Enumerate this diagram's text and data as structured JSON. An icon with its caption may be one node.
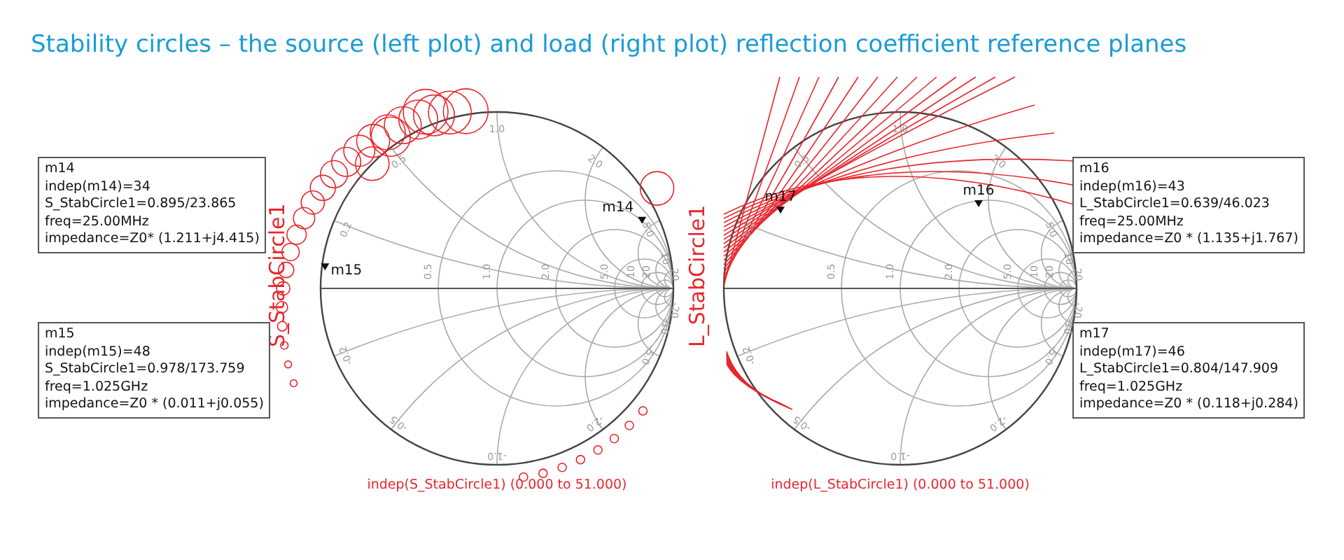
{
  "diagram": {
    "title": "Stability circles – the source (left plot) and load (right plot) reflection coefficient reference planes",
    "nodes": [
      {
        "text": [
          "m14",
          "indep(m14)=34",
          "S_StabCircle1=0.895/23.865",
          "freq=25.00MHz",
          "impedance=Z0* (1.211+j4.415)"
        ]
      },
      {
        "text": [
          "m15",
          "indep(m15)=48",
          "S_StabCircle1=0.978/173.759",
          "freq=1.025GHz",
          "impedance=Z0 * (0.011+j0.055)"
        ]
      },
      {
        "text": [
          "m16",
          "indep(m16)=43",
          "L_StabCircle1=0.639/46.023",
          "freq=25.00MHz",
          "impedance=Z0 * (1.135+j1.767)"
        ]
      },
      {
        "text": [
          "m17",
          "indep(m17)=46",
          "L_StabCircle1=0.804/147.909",
          "freq=1.025GHz",
          "impedance=Z0 * (0.118+j0.284)"
        ]
      }
    ],
    "edges": [],
    "labels": [
      "S_StabCircle1",
      "0.5",
      "1.0",
      "2.0",
      "5.0",
      "10",
      "20",
      "0.2",
      "0.5",
      "1.0",
      "2.0",
      "5.0",
      "10",
      "20",
      "-0.2",
      "-0.5",
      "-1.0",
      "-2.0",
      "-5.0",
      "-10",
      "-20",
      "m14",
      "m15",
      "indep(S_StabCircle1) (0.000 to 51.000)",
      "L_StabCircle1",
      "0.5",
      "1.0",
      "2.0",
      "5.0",
      "10",
      "20",
      "0.2",
      "0.5",
      "1.0",
      "2.0",
      "5.0",
      "10",
      "20",
      "-0.2",
      "-0.5",
      "-1.0",
      "-2.0",
      "-5.0",
      "-10",
      "-20",
      "m17",
      "m16",
      "indep(L_StabCircle1) (0.000 to 51.000)"
    ]
  }
}
